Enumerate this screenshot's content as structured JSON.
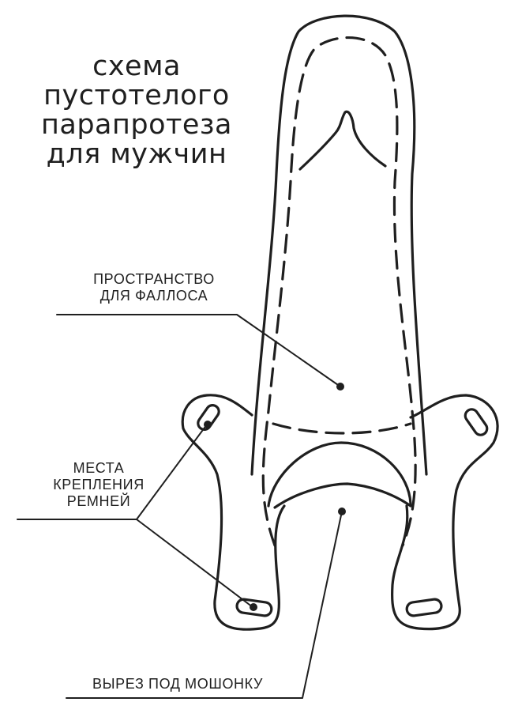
{
  "title": {
    "lines": [
      "схема",
      "пустотелого",
      "парапротеза",
      "для мужчин"
    ]
  },
  "labels": {
    "phallus_space": [
      "ПРОСТРАНСТВО",
      "ДЛЯ ФАЛЛОСА"
    ],
    "strap_points": [
      "МЕСТА",
      "КРЕПЛЕНИЯ",
      "РЕМНЕЙ"
    ],
    "scrotum_cutout": "ВЫРЕЗ ПОД МОШОНКУ"
  },
  "colors": {
    "ink": "#1f1f1f",
    "background": "#ffffff"
  }
}
